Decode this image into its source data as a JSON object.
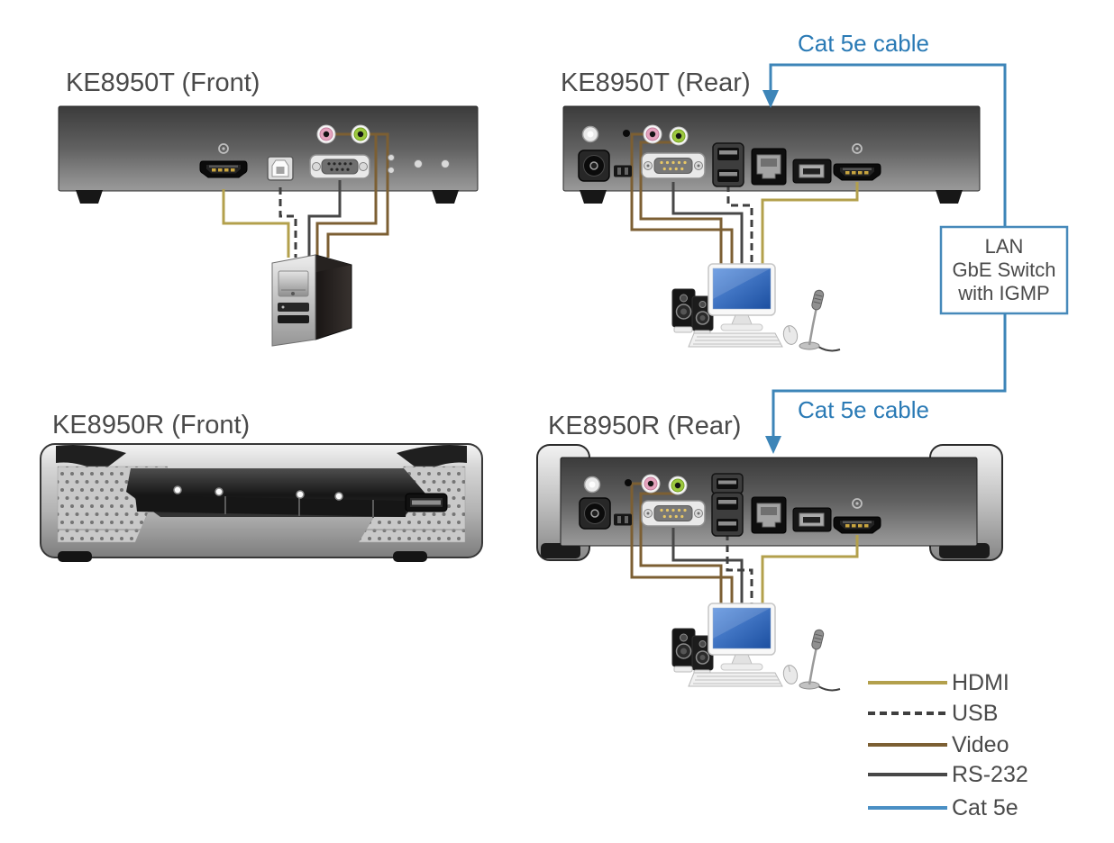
{
  "sections": {
    "t_front": {
      "title": "KE8950T (Front)"
    },
    "t_rear": {
      "title": "KE8950T (Rear)"
    },
    "r_front": {
      "title": "KE8950R (Front)"
    },
    "r_rear": {
      "title": "KE8950R (Rear)"
    }
  },
  "network": {
    "cat5e_label_top": "Cat 5e cable",
    "cat5e_label_bottom": "Cat 5e cable",
    "lan_switch": {
      "line1": "LAN",
      "line2": "GbE Switch",
      "line3": "with IGMP"
    }
  },
  "legend": {
    "items": [
      {
        "label": "HDMI",
        "color": "#b3a04c",
        "style": "solid"
      },
      {
        "label": "USB",
        "color": "#3f3f3f",
        "style": "dashed"
      },
      {
        "label": "Video",
        "color": "#7c5f33",
        "style": "solid"
      },
      {
        "label": "RS-232",
        "color": "#474747",
        "style": "solid"
      },
      {
        "label": "Cat 5e",
        "color": "#4a8fc4",
        "style": "solid"
      }
    ]
  },
  "colors": {
    "background": "#ffffff",
    "title_text": "#4a4a4a",
    "cat5e_line": "#3d85b8",
    "cat5e_text": "#2a7ab5",
    "lan_box_border": "#4689ba",
    "hdmi_cable": "#b3a04c",
    "usb_cable": "#3f3f3f",
    "video_cable": "#7c5f33",
    "rs232_cable": "#474747"
  },
  "icons": [
    "hdmi-port-icon",
    "usb-b-port-icon",
    "db9-serial-port-icon",
    "mic-jack-icon",
    "speaker-jack-icon",
    "dc-power-jack-icon",
    "usb-a-port-icon",
    "rj45-lan-port-icon",
    "sfp-fiber-port-icon",
    "led-indicator-icon",
    "grounding-screw-icon",
    "power-switch-icon",
    "desktop-tower-icon",
    "monitor-icon",
    "speakers-icon",
    "keyboard-icon",
    "mouse-icon",
    "microphone-icon",
    "arrow-down-icon"
  ]
}
